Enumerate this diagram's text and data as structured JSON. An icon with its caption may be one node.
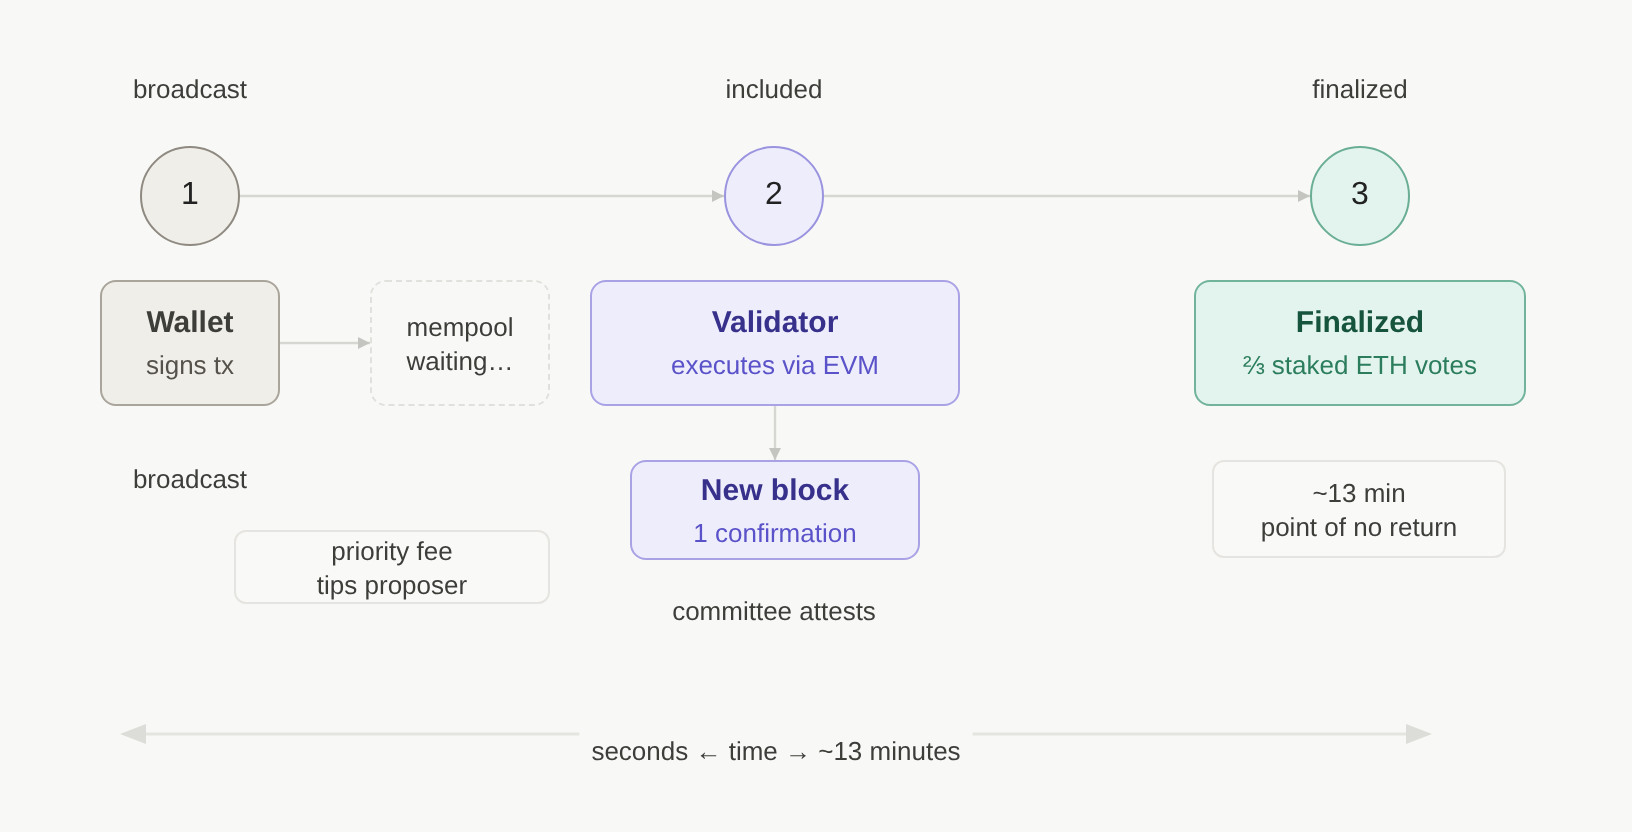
{
  "diagram": {
    "nodes": [
      {
        "text": [
          "1"
        ],
        "beside": [
          "broadcast"
        ]
      },
      {
        "text": [
          "2"
        ],
        "beside": [
          "included"
        ]
      },
      {
        "text": [
          "3"
        ],
        "beside": [
          "finalized"
        ]
      },
      {
        "text": [
          "Wallet",
          "signs tx"
        ],
        "beside": [
          "broadcast"
        ]
      },
      {
        "text": [
          "mempool waiting…"
        ]
      },
      {
        "text": [
          "Validator",
          "executes via EVM"
        ]
      },
      {
        "text": [
          "New block",
          "1 confirmation"
        ],
        "beside": [
          "committee attests"
        ]
      },
      {
        "text": [
          "Finalized",
          "⅔ staked ETH votes"
        ]
      },
      {
        "text": [
          "priority fee tips proposer"
        ]
      },
      {
        "text": [
          "~13 min",
          "point of no return"
        ]
      }
    ],
    "edges": [
      {
        "from": 0,
        "to": 1,
        "arrow": "to"
      },
      {
        "from": 1,
        "to": 2,
        "arrow": "to"
      },
      {
        "from": 3,
        "to": 4,
        "arrow": "to"
      },
      {
        "from": 5,
        "to": 6,
        "arrow": "to"
      }
    ],
    "labels": [
      "seconds ← time → ~13 minutes"
    ]
  }
}
